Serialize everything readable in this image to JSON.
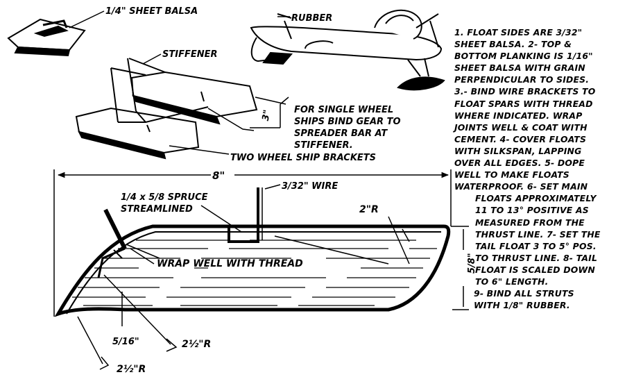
{
  "labels": {
    "sheet_balsa": "1/4\" SHEET BALSA",
    "rubber": "RUBBER",
    "stiffener": "STIFFENER",
    "single_wheel_1": "FOR SINGLE WHEEL",
    "single_wheel_2": "SHIPS BIND GEAR TO",
    "single_wheel_3": "SPREADER BAR AT",
    "single_wheel_4": "STIFFENER.",
    "two_wheel": "TWO WHEEL SHIP BRACKETS",
    "dim_3in": "3\"",
    "length_8in": "8\"",
    "wire": "3/32\" WIRE",
    "spruce_1": "1/4 x 5/8 SPRUCE",
    "spruce_2": "STREAMLINED",
    "radius_2": "2\"R",
    "wrap": "WRAP WELL WITH THREAD",
    "height": "5/8\"",
    "dim_5_16": "5/16\"",
    "radius_2_5_a": "2½\"R",
    "radius_2_5_b": "2½\"R"
  },
  "notes": [
    "1. FLOAT SIDES ARE 3/32\"",
    "SHEET BALSA. 2- TOP &",
    "BOTTOM PLANKING IS 1/16\"",
    "SHEET BALSA WITH GRAIN",
    "PERPENDICULAR TO SIDES.",
    "3.- BIND WIRE BRACKETS TO",
    "FLOAT SPARS WITH THREAD",
    "WHERE INDICATED. WRAP",
    "JOINTS WELL & COAT WITH",
    "CEMENT. 4- COVER FLOATS",
    "WITH SILKSPAN, LAPPING",
    "OVER ALL EDGES. 5- DOPE",
    "WELL TO MAKE FLOATS",
    "WATERPROOF. 6- SET MAIN",
    "FLOATS APPROXIMATELY",
    "11 TO 13° POSITIVE AS",
    "MEASURED FROM THE",
    "THRUST LINE. 7- SET THE",
    "TAIL FLOAT 3 TO 5° POS.",
    "TO THRUST LINE. 8- TAIL",
    "FLOAT IS SCALED DOWN",
    "TO 6\" LENGTH.",
    "9- BIND ALL STRUTS",
    "WITH 1/8\" RUBBER."
  ]
}
